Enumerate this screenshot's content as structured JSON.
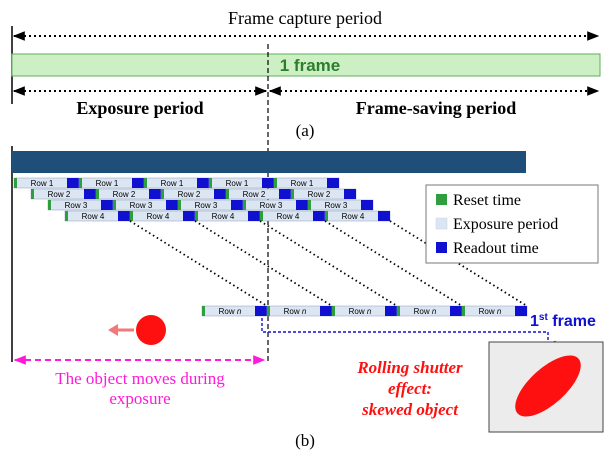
{
  "part_a": {
    "frame_capture_period_label": "Frame capture period",
    "frame_bar_label": "1 frame",
    "exposure_period_label": "Exposure period",
    "frame_saving_period_label": "Frame-saving period",
    "caption": "(a)"
  },
  "part_b": {
    "row_labels": [
      "Row 1",
      "Row 2",
      "Row 3",
      "Row 4"
    ],
    "row_n_label_prefix": "Row ",
    "row_n_label_var": "n",
    "legend": {
      "reset_time": "Reset time",
      "exposure_period": "Exposure period",
      "readout_time": "Readout time"
    },
    "first_frame_label_num": "1",
    "first_frame_label_sup": "st",
    "first_frame_label_rest": " frame",
    "object_moves_line1": "The object moves during",
    "object_moves_line2": "exposure",
    "rolling_shutter_line1": "Rolling shutter",
    "rolling_shutter_line2": "effect:",
    "rolling_shutter_line3": "skewed object",
    "caption": "(b)"
  },
  "colors": {
    "frame_bar_fill": "#ccf0c4",
    "frame_bar_stroke": "#5fae5a",
    "frame_bar_text": "#2e7d2e",
    "top_bar": "#1f4e79",
    "reset_green": "#2e9e3e",
    "exposure_blue": "#dce6f2",
    "readout_blue": "#1010d0",
    "magenta": "#ff1ad9",
    "red": "#ff1010",
    "blue_text": "#1010d0"
  }
}
